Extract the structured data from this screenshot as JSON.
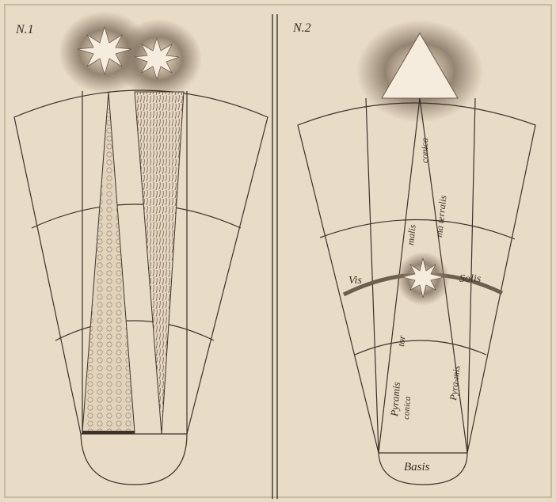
{
  "plate": {
    "background": "#e9dcc6",
    "ink": "#3b3128",
    "star_halo": "#8a7a69",
    "figure1": {
      "label": "N.1"
    },
    "figure2": {
      "label": "N.2",
      "labels": {
        "vis": "Vis",
        "solis": "Solis",
        "malis": "malis",
        "ma_terralis": "ma terralis",
        "conica": "conica",
        "tor": "tor",
        "pyramis": "Pyramis",
        "conica_lower": "conica",
        "pyra_mis": "Pyra-mis",
        "basis": "Basis"
      }
    }
  }
}
